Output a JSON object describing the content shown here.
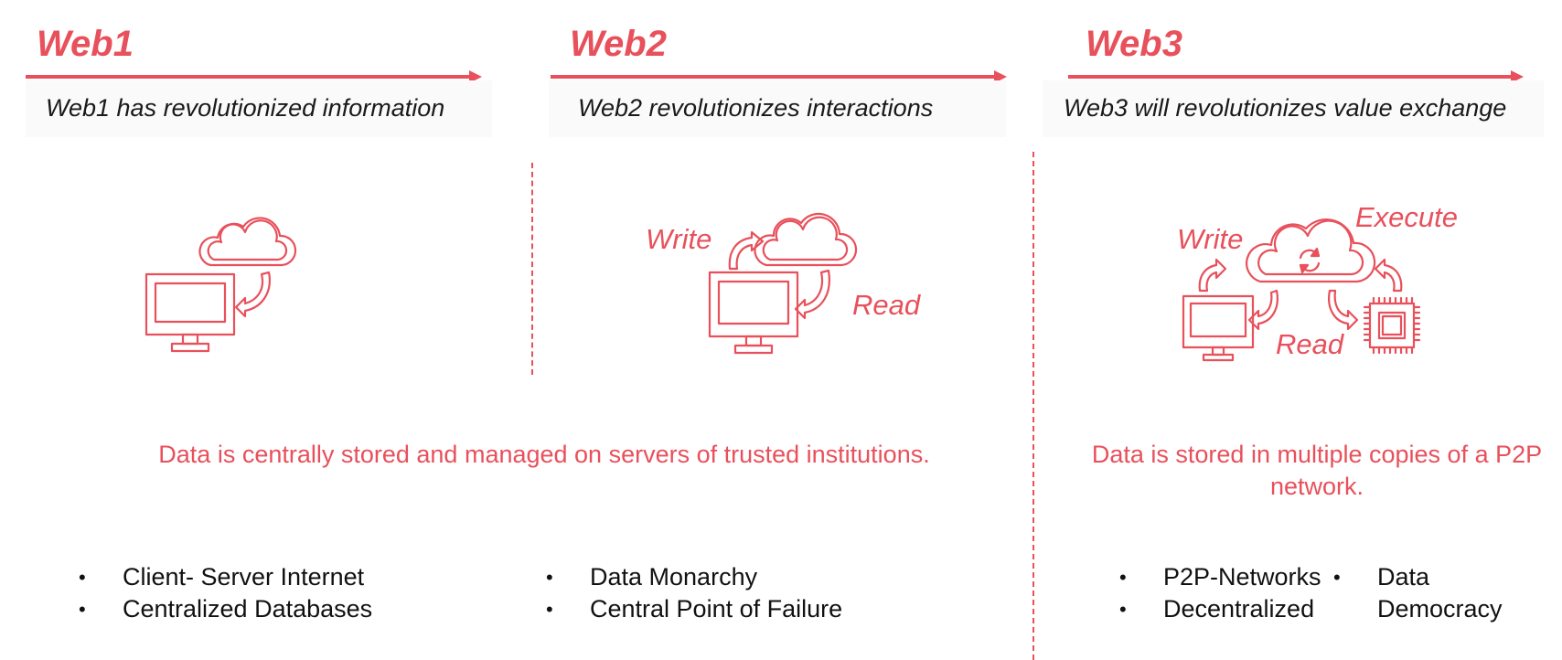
{
  "eras": [
    {
      "title": "Web1",
      "tagline": "Web1 has revolutionized information"
    },
    {
      "title": "Web2",
      "tagline": "Web2 revolutionizes interactions"
    },
    {
      "title": "Web3",
      "tagline": "Web3 will revolutionizes value exchange"
    }
  ],
  "icon_labels": {
    "web2_write": "Write",
    "web2_read": "Read",
    "web3_write": "Write",
    "web3_read": "Read",
    "web3_execute": "Execute"
  },
  "summaries": {
    "centralized": "Data is centrally stored and managed on servers of trusted institutions.",
    "decentralized": "Data is stored in multiple copies of a P2P network."
  },
  "bullets": {
    "web1": [
      "Client- Server Internet",
      "Centralized Databases"
    ],
    "web2": [
      "Data Monarchy",
      "Central Point of Failure"
    ],
    "web3_left": [
      "P2P-Networks",
      "Decentralized"
    ],
    "web3_right": [
      "Data",
      "Democracy"
    ]
  },
  "colors": {
    "accent": "#e8505b",
    "text": "#1a1a1a"
  }
}
